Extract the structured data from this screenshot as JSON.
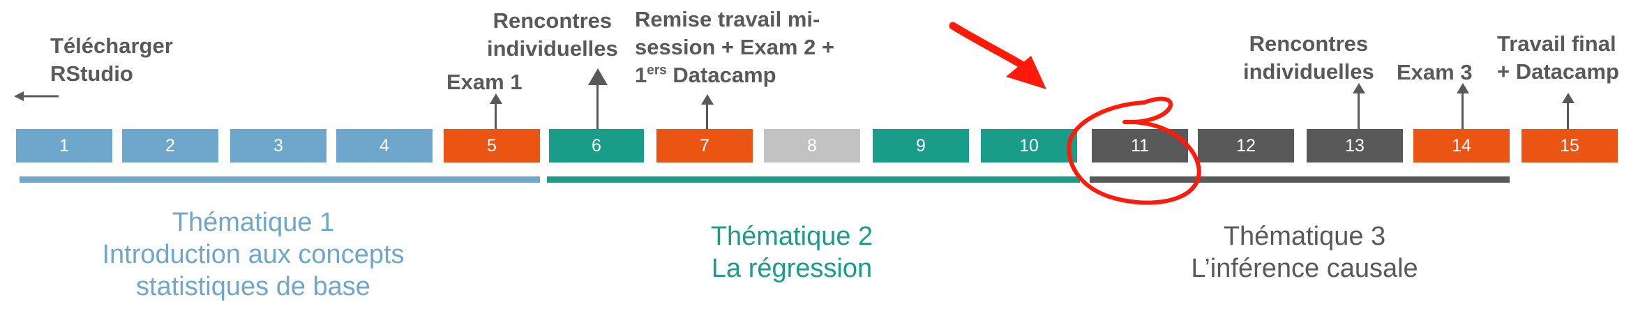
{
  "colors": {
    "blue": "#6ea6cc",
    "orange": "#ea5514",
    "teal": "#1a9c8a",
    "light_gray": "#c2c2c2",
    "dark_gray": "#595959",
    "annotation": "#595959",
    "highlight_red": "#ff1a0a"
  },
  "weeks": [
    {
      "label": "1",
      "color": "blue"
    },
    {
      "label": "2",
      "color": "blue"
    },
    {
      "label": "3",
      "color": "blue"
    },
    {
      "label": "4",
      "color": "blue"
    },
    {
      "label": "5",
      "color": "orange"
    },
    {
      "label": "6",
      "color": "teal"
    },
    {
      "label": "7",
      "color": "orange"
    },
    {
      "label": "8",
      "color": "light_gray"
    },
    {
      "label": "9",
      "color": "teal"
    },
    {
      "label": "10",
      "color": "teal"
    },
    {
      "label": "11",
      "color": "dark_gray"
    },
    {
      "label": "12",
      "color": "dark_gray"
    },
    {
      "label": "13",
      "color": "dark_gray"
    },
    {
      "label": "14",
      "color": "orange"
    },
    {
      "label": "15",
      "color": "orange"
    }
  ],
  "annotations": {
    "download": {
      "line1": "Télécharger",
      "line2": "RStudio"
    },
    "exam1": "Exam 1",
    "meetings1": {
      "line1": "Rencontres",
      "line2": "individuelles"
    },
    "midterm": {
      "line1": "Remise travail mi-",
      "line2": "session + Exam 2 +",
      "line3_num": "1",
      "line3_sup": "ers",
      "line3_rest": " Datacamp"
    },
    "meetings2": {
      "line1": "Rencontres",
      "line2": "individuelles"
    },
    "exam3": "Exam 3",
    "final": {
      "line1": "Travail final",
      "line2": "+ Datacamp"
    }
  },
  "themes": [
    {
      "line1": "Thématique 1",
      "line2": "Introduction aux concepts",
      "line3": "statistiques de base",
      "color": "blue"
    },
    {
      "line1": "Thématique 2",
      "line2": "La régression",
      "color": "teal"
    },
    {
      "line1": "Thématique 3",
      "line2": "L’inférence causale",
      "color": "dark_gray"
    }
  ],
  "highlight": {
    "week": "11",
    "shape": "hand-drawn circle with arrow"
  }
}
